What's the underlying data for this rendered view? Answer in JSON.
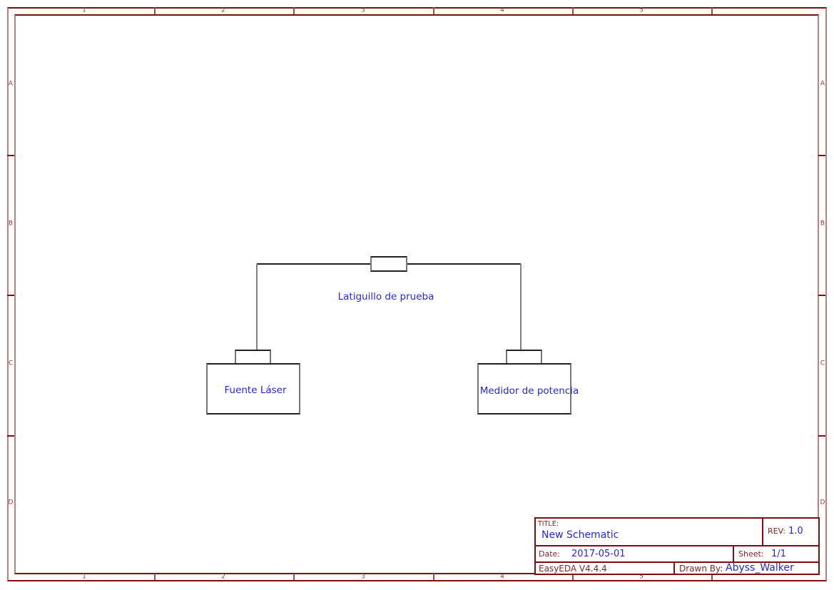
{
  "frame": {
    "columns": [
      "1",
      "2",
      "3",
      "4",
      "5"
    ],
    "rows": [
      "A",
      "B",
      "C",
      "D"
    ]
  },
  "schematic": {
    "cable_label": "Latiguillo de prueba",
    "left_device_label": "Fuente Láser",
    "right_device_label": "Medidor de potencia"
  },
  "title_block": {
    "title_label": "TITLE:",
    "title_value": "New Schematic",
    "rev_label": "REV:",
    "rev_value": "1.0",
    "date_label": "Date:",
    "date_value": "2017-05-01",
    "sheet_label": "Sheet:",
    "sheet_value": "1/1",
    "software_version": "EasyEDA V4.4.4",
    "drawn_by_label": "Drawn By:",
    "drawn_by_value": "Abyss_Walker"
  },
  "colors": {
    "frame_line_dark": "#7a1010",
    "frame_line_light": "#c08080",
    "frame_tick": "#a04a4a",
    "ruler_text": "#9b3434",
    "title_text": "#8b1f1f",
    "value_blue": "#2626d8",
    "label_blue": "#2828df",
    "wire_dark": "#1f1f1f",
    "wire_gray": "#808080",
    "shape_border_dark": "#222222",
    "shape_border_gray": "#777777"
  }
}
